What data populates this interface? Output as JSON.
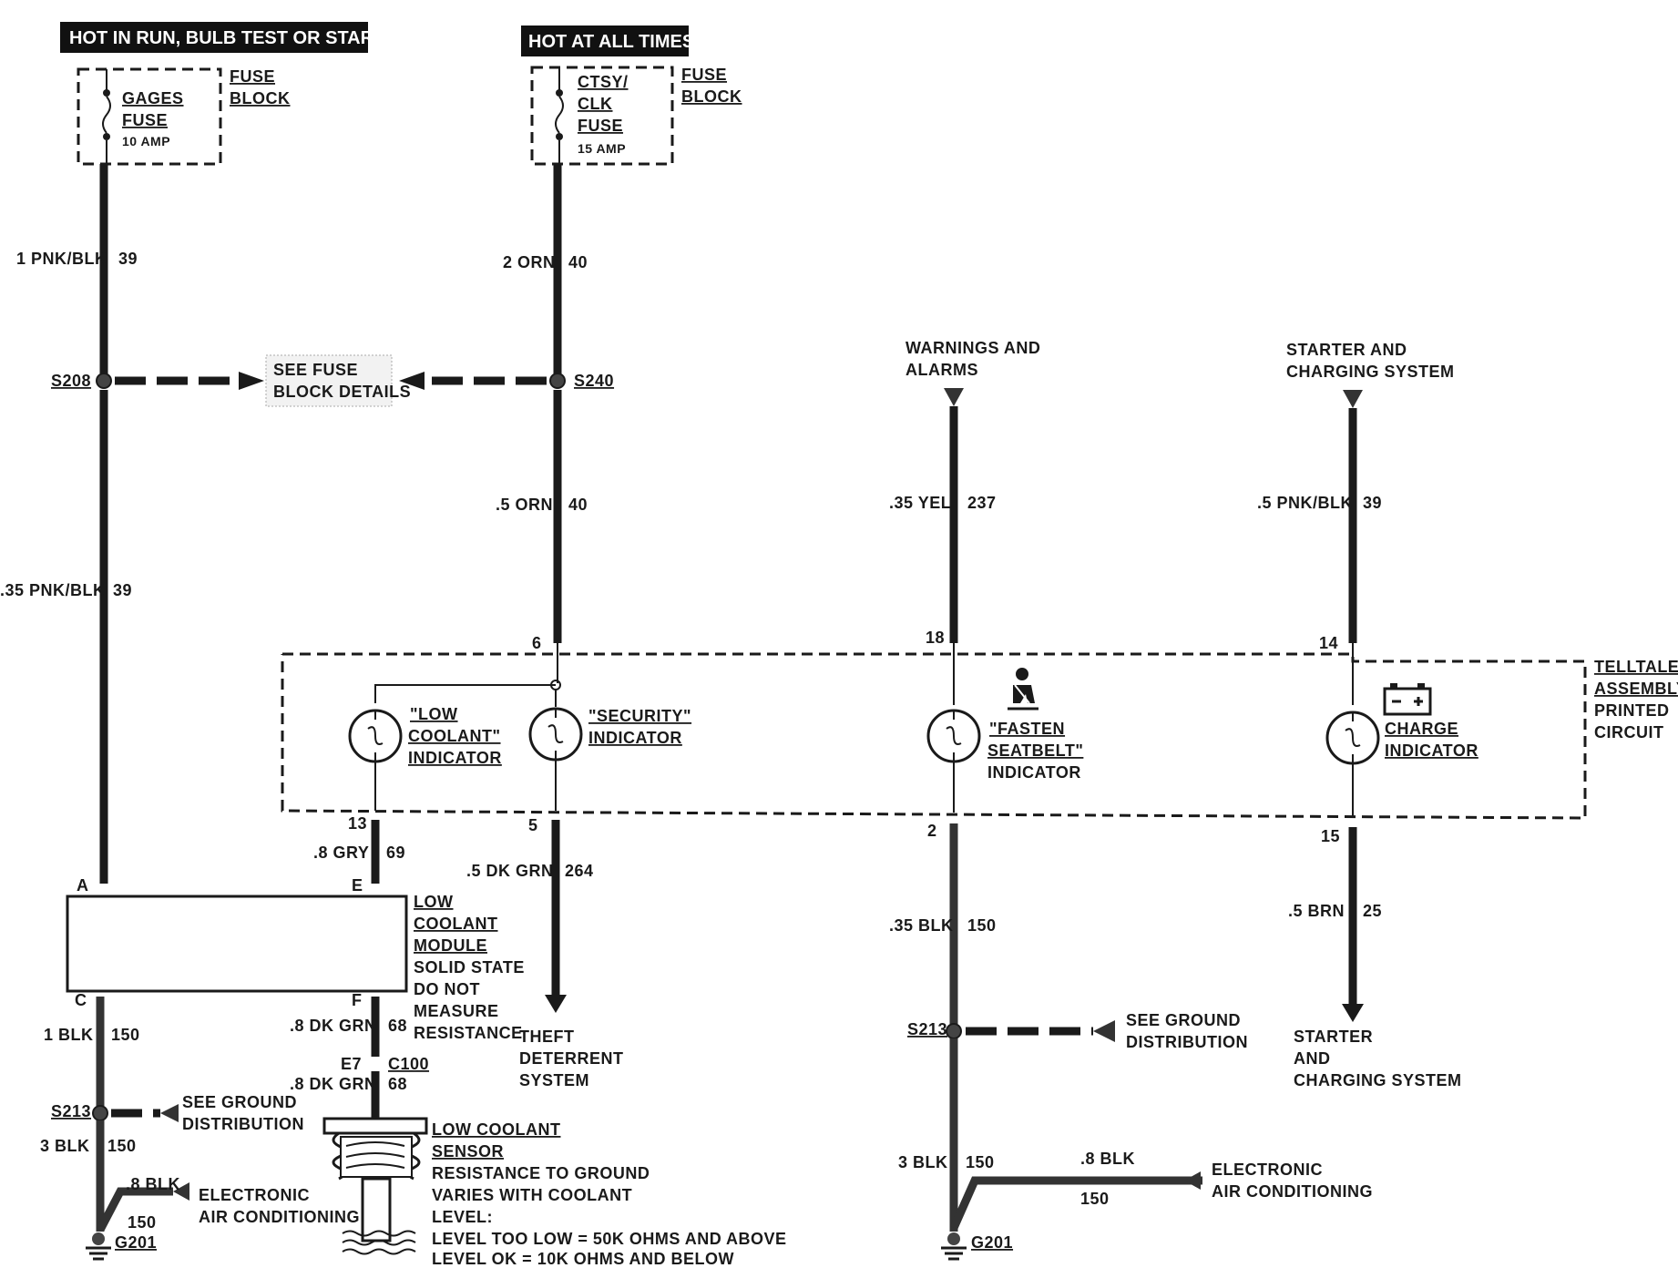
{
  "headers": {
    "hot_run": "HOT IN RUN, BULB TEST OR START",
    "hot_all": "HOT AT ALL TIMES"
  },
  "fuses": {
    "gages": {
      "line1": "GAGES",
      "line2": "FUSE",
      "rating": "10 AMP",
      "block1": "FUSE",
      "block2": "BLOCK"
    },
    "ctsy": {
      "line1": "CTSY/",
      "line2": "CLK",
      "line3": "FUSE",
      "rating": "15 AMP",
      "block1": "FUSE",
      "block2": "BLOCK"
    }
  },
  "wires": {
    "w1": {
      "gauge": "1 PNK/BLK",
      "circuit": "39"
    },
    "w2": {
      "gauge": "2 ORN",
      "circuit": "40"
    },
    "w3": {
      "gauge": ".35 PNK/BLK",
      "circuit": "39"
    },
    "w4": {
      "gauge": ".5 ORN",
      "circuit": "40"
    },
    "w5": {
      "gauge": ".35 YEL",
      "circuit": "237"
    },
    "w6": {
      "gauge": ".5 PNK/BLK",
      "circuit": "39"
    },
    "w7": {
      "gauge": ".8 GRY",
      "circuit": "69"
    },
    "w8": {
      "gauge": ".5 DK GRN",
      "circuit": "264"
    },
    "w9": {
      "gauge": ".35 BLK",
      "circuit": "150"
    },
    "w10": {
      "gauge": ".5 BRN",
      "circuit": "25"
    },
    "w11": {
      "gauge": "1 BLK",
      "circuit": "150"
    },
    "w12": {
      "gauge": ".8 DK GRN",
      "circuit": "68"
    },
    "w13": {
      "gauge": ".8 DK GRN",
      "circuit": "68"
    },
    "w14": {
      "gauge": "3 BLK",
      "circuit": "150"
    },
    "w15": {
      "gauge": ".8 BLK",
      "circuit": "150"
    },
    "w16": {
      "gauge": "3 BLK",
      "circuit": "150"
    },
    "w17": {
      "gauge": ".8 BLK",
      "circuit": "150"
    }
  },
  "splices": {
    "s208": "S208",
    "s240": "S240",
    "s213a": "S213",
    "s213b": "S213",
    "g201a": "G201",
    "g201b": "G201",
    "c100": "C100",
    "e7": "E7"
  },
  "refs": {
    "fuse_details1": "SEE FUSE",
    "fuse_details2": "BLOCK DETAILS",
    "warnings1": "WARNINGS AND",
    "warnings2": "ALARMS",
    "starter_top1": "STARTER AND",
    "starter_top2": "CHARGING SYSTEM",
    "ground1a": "SEE GROUND",
    "ground1b": "DISTRIBUTION",
    "ground2a": "SEE GROUND",
    "ground2b": "DISTRIBUTION",
    "eac1a": "ELECTRONIC",
    "eac1b": "AIR CONDITIONING",
    "eac2a": "ELECTRONIC",
    "eac2b": "AIR CONDITIONING",
    "theft1": "THEFT",
    "theft2": "DETERRENT",
    "theft3": "SYSTEM",
    "starter_bot1": "STARTER",
    "starter_bot2": "AND",
    "starter_bot3": "CHARGING SYSTEM"
  },
  "telltale": {
    "title1": "TELLTALE",
    "title2": "ASSEMBLY",
    "title3": "PRINTED",
    "title4": "CIRCUIT",
    "pins": {
      "p6": "6",
      "p18": "18",
      "p14": "14",
      "p13": "13",
      "p5": "5",
      "p2": "2",
      "p15": "15"
    },
    "low_coolant": {
      "l1": "\"LOW",
      "l2": "COOLANT\"",
      "l3": "INDICATOR"
    },
    "security": {
      "l1": "\"SECURITY\"",
      "l2": "INDICATOR"
    },
    "seatbelt": {
      "l1": "\"FASTEN",
      "l2": "SEATBELT\"",
      "l3": "INDICATOR"
    },
    "charge": {
      "l1": "CHARGE",
      "l2": "INDICATOR"
    }
  },
  "module": {
    "pins": {
      "a": "A",
      "e": "E",
      "c": "C",
      "f": "F"
    },
    "l1": "LOW",
    "l2": "COOLANT",
    "l3": "MODULE",
    "l4": "SOLID STATE",
    "l5": "DO NOT",
    "l6": "MEASURE",
    "l7": "RESISTANCE"
  },
  "sensor": {
    "l1": "LOW COOLANT",
    "l2": "SENSOR",
    "l3": "RESISTANCE TO GROUND",
    "l4": "VARIES WITH COOLANT",
    "l5": "LEVEL:",
    "l6": "LEVEL TOO LOW = 50K OHMS AND ABOVE",
    "l7": "LEVEL OK = 10K OHMS AND BELOW"
  }
}
